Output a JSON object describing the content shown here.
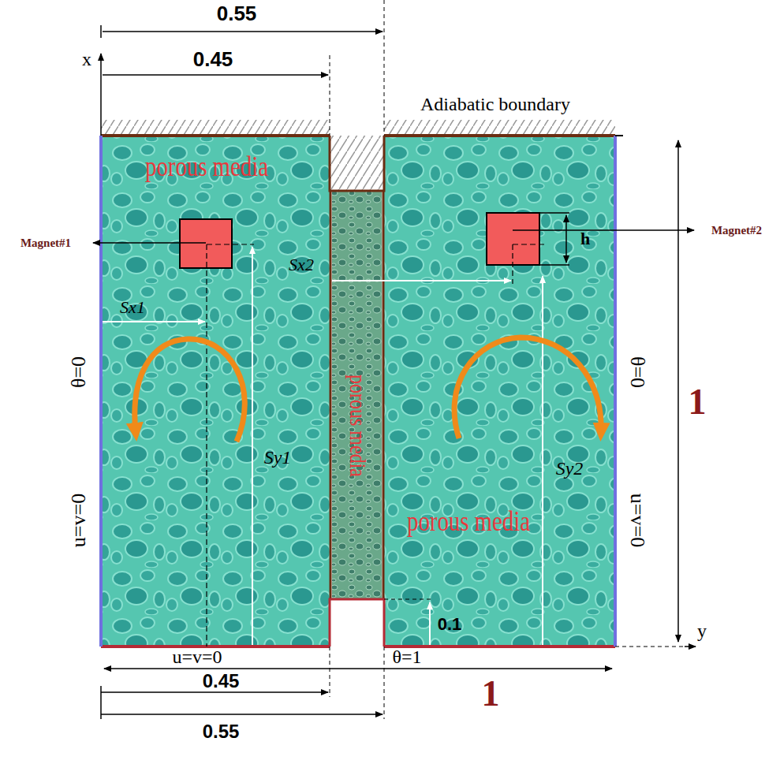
{
  "diagram": {
    "labels": [
      "0.55",
      "0.45",
      "x",
      "Adiabatic boundary",
      "porous media",
      "Magnet#1",
      "Magnet#2",
      "h",
      "Sx2",
      "Sx1",
      "θ=0",
      "u=v=0",
      "Sy1",
      "porous media",
      "porous media",
      "Sy2",
      "θ=0",
      "u=v=0",
      "1",
      "y",
      "0.1",
      "u=v=0",
      "θ=1",
      "1",
      "0.45",
      "0.55"
    ]
  }
}
